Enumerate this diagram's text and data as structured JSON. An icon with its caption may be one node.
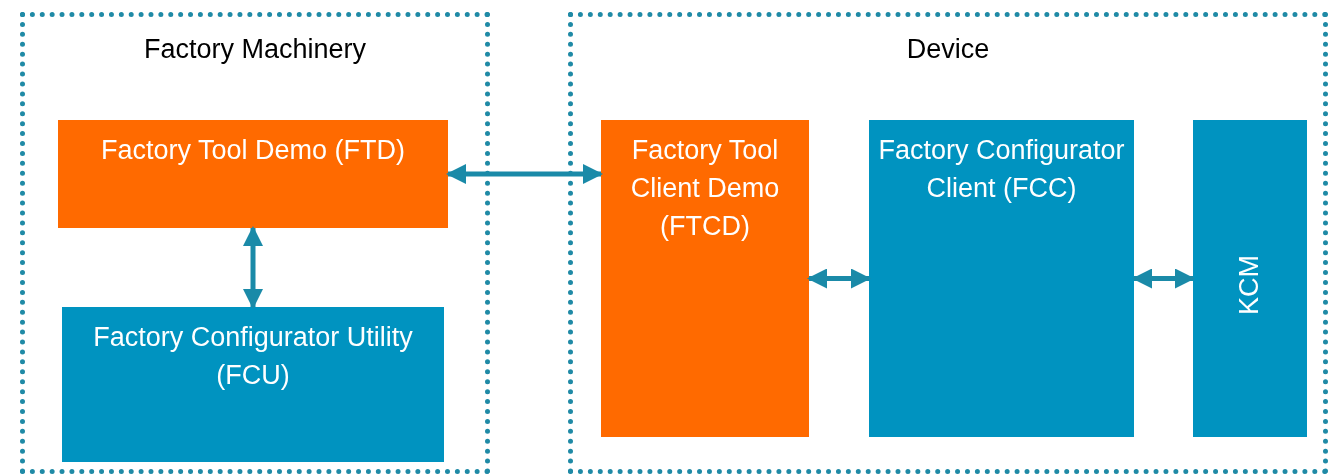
{
  "diagram": {
    "nodes": [
      {
        "text": [
          "Factory Machinery"
        ]
      },
      {
        "text": [
          "Factory Tool Demo (FTD)"
        ],
        "in": 0
      },
      {
        "text": [
          "Factory Configurator Utility (FCU)"
        ],
        "in": 0
      },
      {
        "text": [
          "Device"
        ]
      },
      {
        "text": [
          "Factory Tool Client Demo (FTCD)"
        ],
        "in": 3
      },
      {
        "text": [
          "Factory Configurator Client (FCC)"
        ],
        "in": 3
      },
      {
        "text": [
          "KCM"
        ],
        "in": 3
      }
    ],
    "edges": [
      {
        "from": 1,
        "to": 4,
        "arrow": "both"
      },
      {
        "from": 1,
        "to": 2,
        "arrow": "both"
      },
      {
        "from": 4,
        "to": 5,
        "arrow": "both"
      },
      {
        "from": 5,
        "to": 6,
        "arrow": "both"
      }
    ]
  }
}
